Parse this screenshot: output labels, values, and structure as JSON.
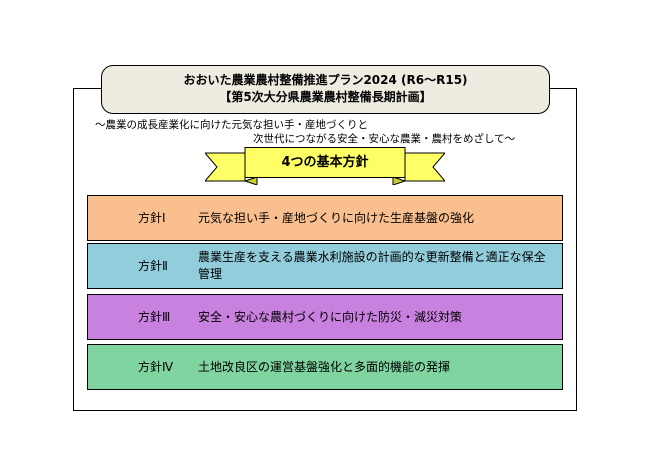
{
  "title": {
    "line1": "おおいた農業農村整備推進プラン2024 (R6〜R15)",
    "line2": "【第5次大分県農業農村整備長期計画】"
  },
  "subtitle": {
    "line1": "〜農業の成長産業化に向けた元気な担い手・産地づくりと",
    "line2": "次世代につながる安全・安心な農業・農村をめざして〜"
  },
  "ribbon": {
    "label": "4つの基本方針"
  },
  "policies": [
    {
      "label": "方針Ⅰ",
      "text": "元気な担い手・産地づくりに向けた生産基盤の強化",
      "color": "#fabf8f"
    },
    {
      "label": "方針Ⅱ",
      "text": "農業生産を支える農業水利施設の計画的な更新整備と適正な保全管理",
      "color": "#92cddc"
    },
    {
      "label": "方針Ⅲ",
      "text": "安全・安心な農村づくりに向けた防災・減災対策",
      "color": "#c981e0"
    },
    {
      "label": "方針Ⅳ",
      "text": "土地改良区の運営基盤強化と多面的機能の発揮",
      "color": "#7fd4a0"
    }
  ],
  "colors": {
    "title_bg": "#eeece1",
    "ribbon_fill": "#ffff66"
  }
}
